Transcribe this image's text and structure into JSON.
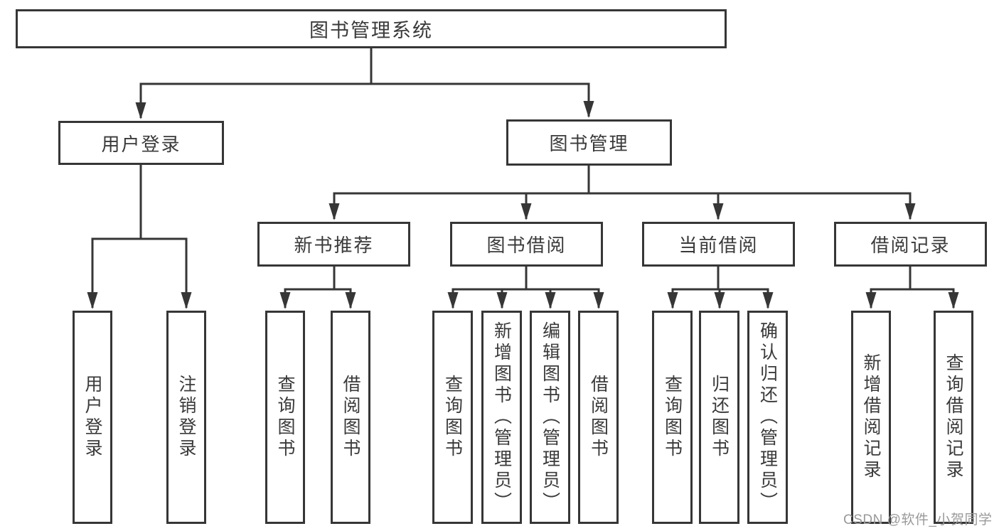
{
  "diagram": {
    "root": {
      "label": "图书管理系统",
      "children": [
        {
          "label": "用户登录",
          "children": [
            {
              "label": "用户登录"
            },
            {
              "label": "注销登录"
            }
          ]
        },
        {
          "label": "图书管理",
          "children": [
            {
              "label": "新书推荐",
              "children": [
                {
                  "label": "查询图书"
                },
                {
                  "label": "借阅图书"
                }
              ]
            },
            {
              "label": "图书借阅",
              "children": [
                {
                  "label": "查询图书"
                },
                {
                  "label": "新增图书（管理员）"
                },
                {
                  "label": "编辑图书（管理员）"
                },
                {
                  "label": "借阅图书"
                }
              ]
            },
            {
              "label": "当前借阅",
              "children": [
                {
                  "label": "查询图书"
                },
                {
                  "label": "归还图书"
                },
                {
                  "label": "确认归还（管理员）"
                }
              ]
            },
            {
              "label": "借阅记录",
              "children": [
                {
                  "label": "新增借阅记录"
                },
                {
                  "label": "查询借阅记录"
                }
              ]
            }
          ]
        }
      ]
    }
  },
  "watermark": {
    "text": "CSDN @软件_小贺同学",
    "color": "#999999"
  },
  "colors": {
    "line": "#363636",
    "box_border": "#363636",
    "text": "#3a3a3a",
    "background": "#ffffff"
  }
}
